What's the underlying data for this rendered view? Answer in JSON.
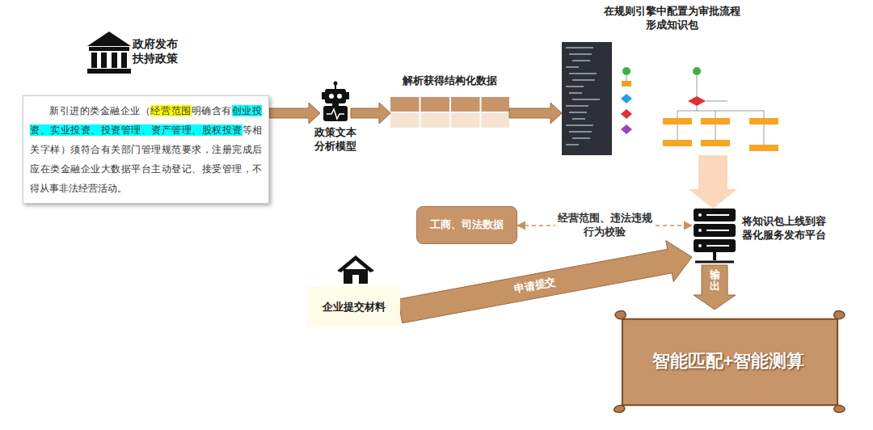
{
  "diagram": {
    "nodes": [
      {
        "text": [
          "政府发布扶持政策"
        ]
      },
      {
        "text": [
          "新引进的类金融企业（经营范围明确含有创业投资、实业投资、投资管理、资产管理、股权投资等相关字样）须符合有关部门管理规范要求，注册完成后应在类金融企业大数据平台主动登记、接受管理，不得从事非法经营活动。"
        ]
      },
      {
        "text": [
          "政策文本分析模型"
        ]
      },
      {
        "text": [
          "解析获得结构化数据"
        ]
      },
      {
        "text": [
          "在规则引擎中配置为审批流程形成知识包"
        ]
      },
      {
        "text": [
          "工商、司法数据"
        ]
      },
      {
        "text": [
          "将知识包上线到容器化服务发布平台"
        ]
      },
      {
        "text": [
          "企业提交材料"
        ]
      },
      {
        "text": [
          "智能匹配+智能测算"
        ]
      }
    ],
    "edges": [
      {
        "from": 1,
        "to": 2,
        "arrow": "to"
      },
      {
        "from": 2,
        "to": 3,
        "arrow": "to"
      },
      {
        "from": 3,
        "to": 4,
        "arrow": "to"
      },
      {
        "from": 4,
        "to": 6,
        "arrow": "to"
      },
      {
        "from": 5,
        "to": 6,
        "label": "经营范围、违法违规行为校验",
        "arrow": "both"
      },
      {
        "from": 7,
        "to": 6,
        "label": "申请提交",
        "arrow": "to"
      },
      {
        "from": 6,
        "to": 8,
        "label": "输出",
        "arrow": "to"
      }
    ]
  }
}
